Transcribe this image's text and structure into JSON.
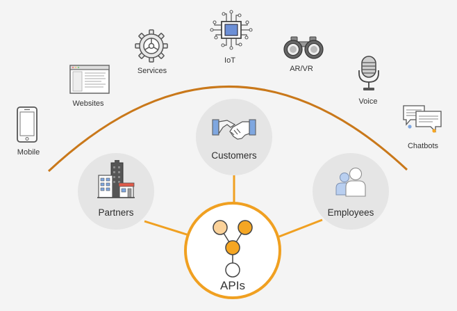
{
  "channels": [
    {
      "id": "mobile",
      "label": "Mobile",
      "icon": "smartphone-icon"
    },
    {
      "id": "websites",
      "label": "Websites",
      "icon": "browser-window-icon"
    },
    {
      "id": "services",
      "label": "Services",
      "icon": "gear-icon"
    },
    {
      "id": "iot",
      "label": "IoT",
      "icon": "chip-icon"
    },
    {
      "id": "arvr",
      "label": "AR/VR",
      "icon": "binoculars-icon"
    },
    {
      "id": "voice",
      "label": "Voice",
      "icon": "microphone-icon"
    },
    {
      "id": "chatbots",
      "label": "Chatbots",
      "icon": "chat-bubbles-icon"
    }
  ],
  "audiences": [
    {
      "id": "partners",
      "label": "Partners",
      "icon": "buildings-icon"
    },
    {
      "id": "customers",
      "label": "Customers",
      "icon": "handshake-icon"
    },
    {
      "id": "employees",
      "label": "Employees",
      "icon": "people-icon"
    }
  ],
  "center": {
    "label": "APIs",
    "icon": "api-graph-icon"
  },
  "colors": {
    "arc": "#c9781a",
    "connector": "#f0a021",
    "node_dark": "#f5a623",
    "node_light": "#fbd29a",
    "circle_bg": "#e5e5e5",
    "background": "#f4f4f4"
  }
}
